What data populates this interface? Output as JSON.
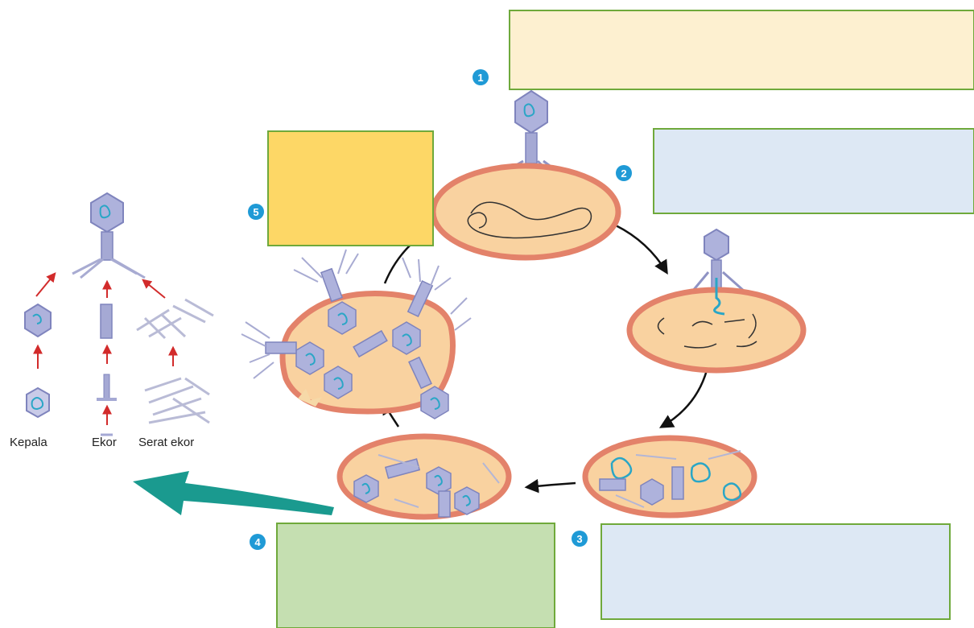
{
  "steps": [
    {
      "number": "1"
    },
    {
      "number": "2"
    },
    {
      "number": "3"
    },
    {
      "number": "4"
    },
    {
      "number": "5"
    }
  ],
  "parts": {
    "head": "Kepala",
    "tail": "Ekor",
    "tail_fibers": "Serat ekor"
  },
  "colors": {
    "step_badge": "#1f9ad6",
    "box_border": "#6fa93b",
    "box_step1": "#fdf0d0",
    "box_step2": "#dde8f4",
    "box_step3": "#dde8f4",
    "box_step4": "#c5dfb1",
    "box_step5": "#fdd766",
    "cell_fill": "#fbd9a6",
    "cell_wall": "#e8876a",
    "phage": "#a9acd6",
    "phage_dna": "#2aa6c6",
    "arrow_teal": "#1a9a8f",
    "arrow_red": "#d22b2b"
  }
}
